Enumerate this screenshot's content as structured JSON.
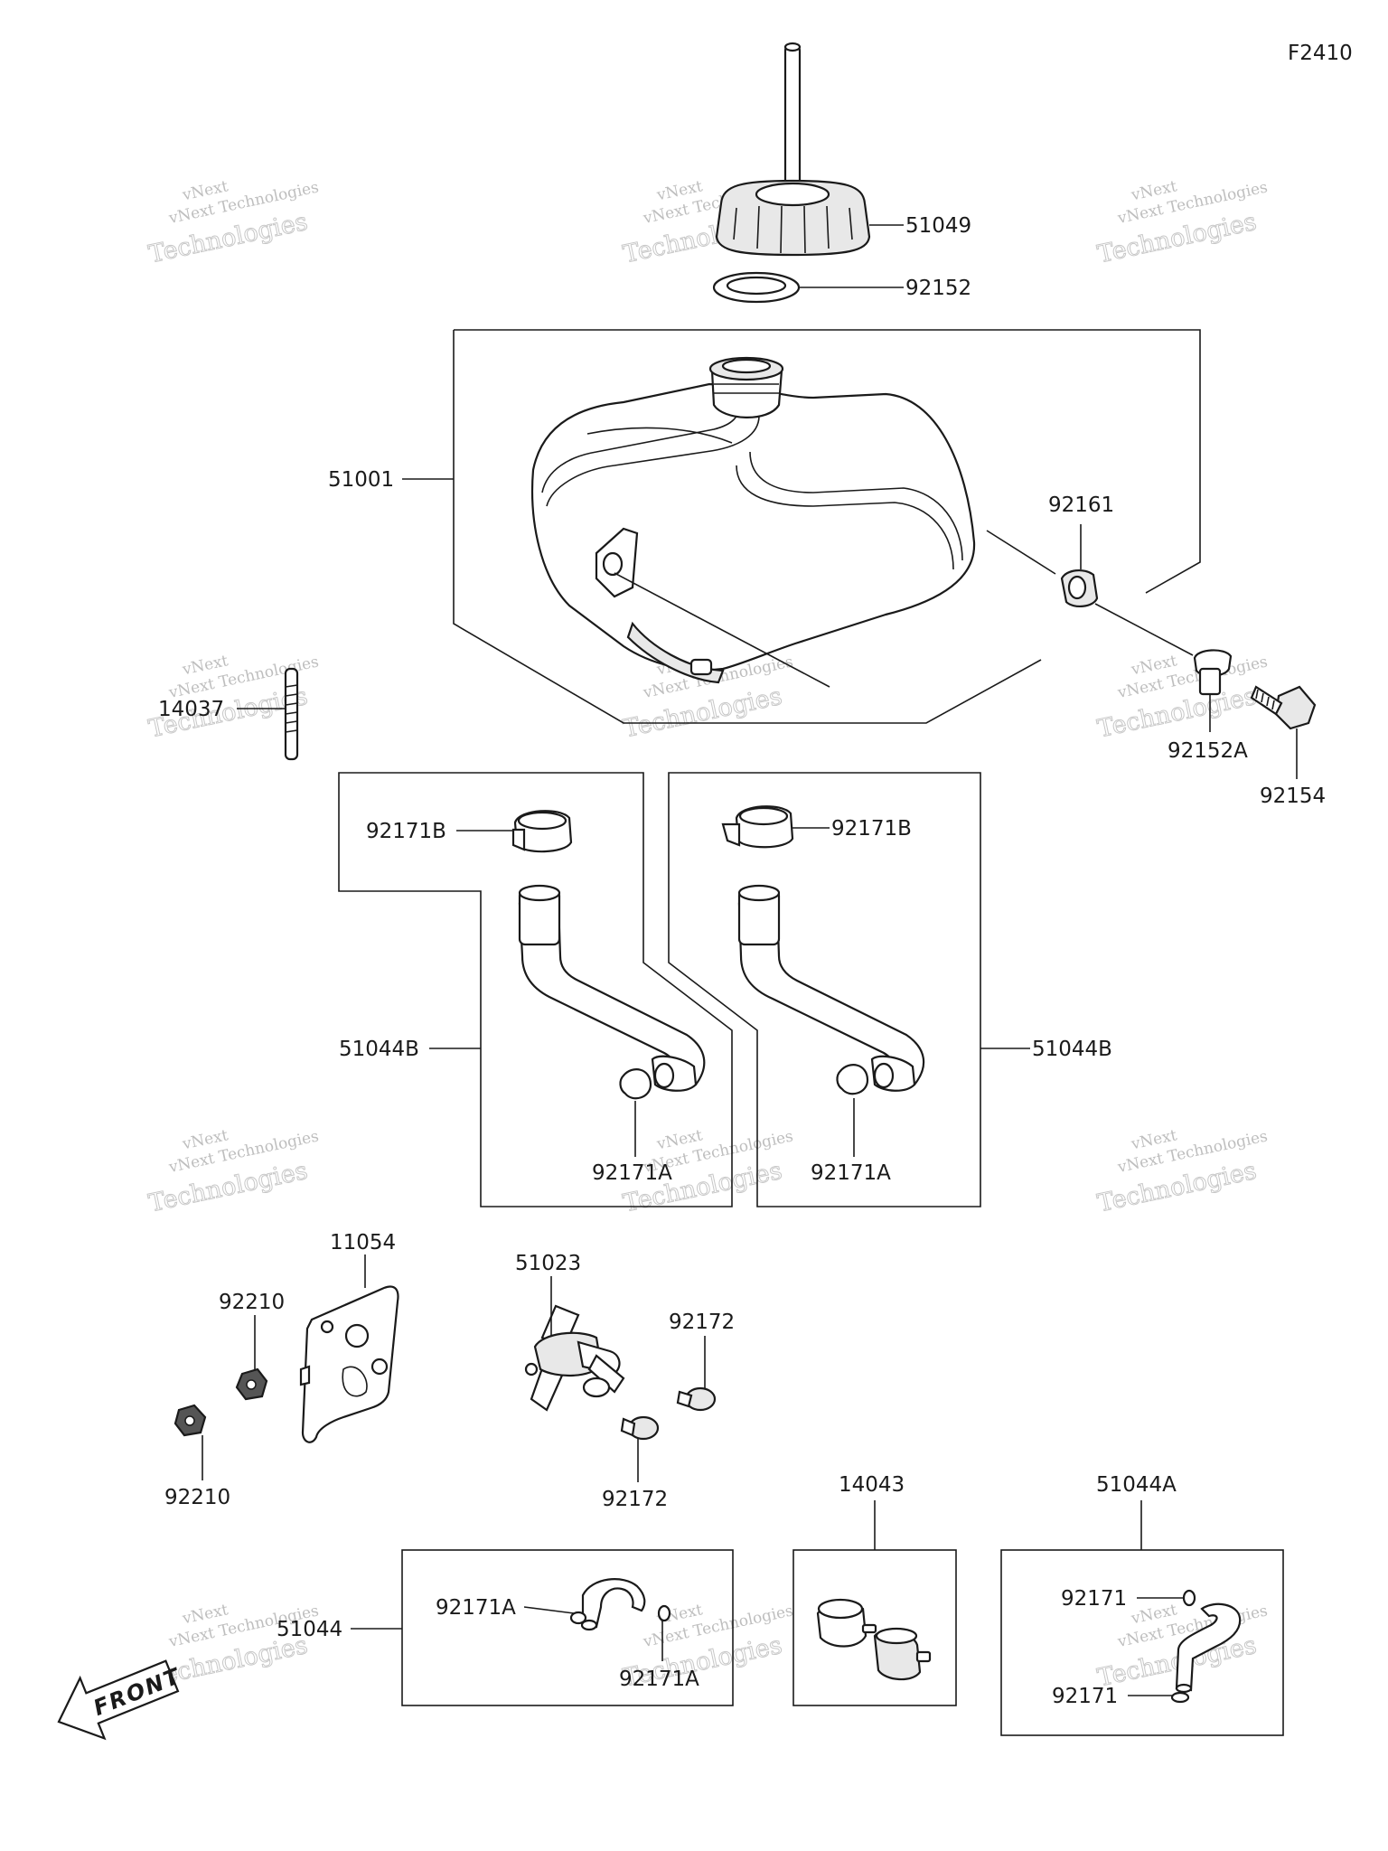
{
  "diagram_code": "F2410",
  "watermark": {
    "line1": "vNext Technologies",
    "line2": "Technologies",
    "line3": "vNext"
  },
  "front_label": "FRONT",
  "labels": {
    "p51049": "51049",
    "p92152": "92152",
    "p51001": "51001",
    "p92161": "92161",
    "p92152A": "92152A",
    "p92154": "92154",
    "p14037": "14037",
    "p92171B_left": "92171B",
    "p92171B_right": "92171B",
    "p51044B_left": "51044B",
    "p51044B_right": "51044B",
    "p92171A_left": "92171A",
    "p92171A_right": "92171A",
    "p11054": "11054",
    "p92210_top": "92210",
    "p92210_bottom": "92210",
    "p51023": "51023",
    "p92172_top": "92172",
    "p92172_bottom": "92172",
    "p14043": "14043",
    "p51044A": "51044A",
    "p51044": "51044",
    "p92171A_box1": "92171A",
    "p92171A_box2": "92171A",
    "p92171_top": "92171",
    "p92171_bottom": "92171"
  }
}
